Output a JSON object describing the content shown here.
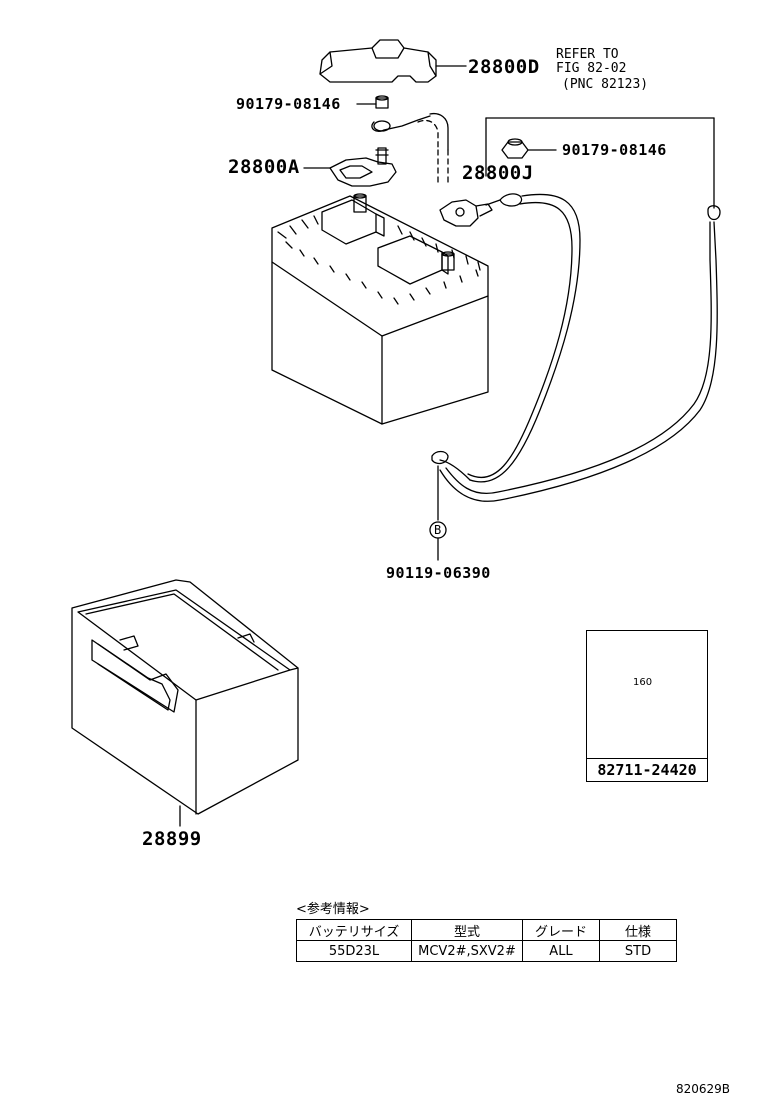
{
  "callouts": {
    "c_28800D": "28800D",
    "refer_line1": "REFER TO",
    "refer_line2": "FIG 82-02",
    "refer_line3": "(PNC 82123)",
    "c_90179_left": "90179-08146",
    "c_90179_right": "90179-08146",
    "c_28800A": "28800A",
    "c_28800J": "28800J",
    "c_90119": "90119-06390",
    "c_28899": "28899",
    "marker_b": "B"
  },
  "inset": {
    "dimension": "160",
    "part_number": "82711-24420"
  },
  "info_table": {
    "title": "<参考情報>",
    "headers": [
      "バッテリサイズ",
      "型式",
      "グレード",
      "仕様"
    ],
    "rows": [
      [
        "55D23L",
        "MCV2#,SXV2#",
        "ALL",
        "STD"
      ]
    ]
  },
  "figure_id": "820629B"
}
